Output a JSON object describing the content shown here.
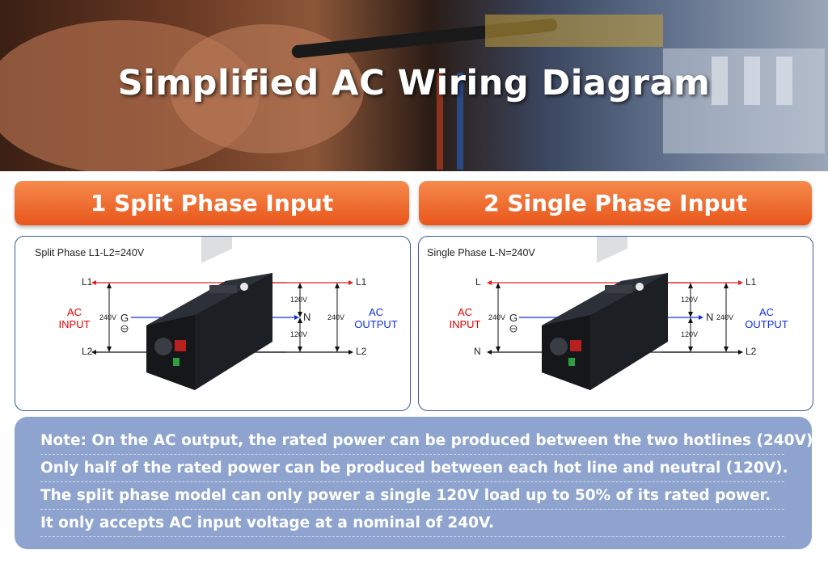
{
  "hero": {
    "title": "Simplified AC Wiring Diagram"
  },
  "sections": [
    {
      "header": "1 Split Phase Input",
      "caption": "Split Phase L1-L2=240V",
      "in_top": "L1",
      "in_mid": "G",
      "in_bottom": "L2",
      "in_voltage": "240V",
      "in_label_1": "AC",
      "in_label_2": "INPUT",
      "out_top": "L1",
      "out_mid": "N",
      "out_bottom": "L2",
      "out_v_upper": "120V",
      "out_v_lower": "120V",
      "out_v_total": "240V",
      "out_label_1": "AC",
      "out_label_2": "OUTPUT"
    },
    {
      "header": "2 Single Phase Input",
      "caption": "Single Phase L-N=240V",
      "in_top": "L",
      "in_mid": "G",
      "in_bottom": "N",
      "in_voltage": "240V",
      "in_label_1": "AC",
      "in_label_2": "INPUT",
      "out_top": "L1",
      "out_mid": "N",
      "out_bottom": "L2",
      "out_v_upper": "120V",
      "out_v_lower": "120V",
      "out_v_total": "240V",
      "out_label_1": "AC",
      "out_label_2": "OUTPUT"
    }
  ],
  "note": {
    "lines": [
      "Note: On the AC output, the rated power can be produced between the two hotlines (240V).",
      "Only half of the rated power can be produced between each hot line and neutral (120V).",
      "The split phase model can only power a single 120V load up to 50% of its rated power.",
      "It only accepts AC input voltage at a nominal of 240V."
    ]
  },
  "colors": {
    "accent": "#e8561c",
    "line_hot": "#e02020",
    "line_ground": "#1030e0",
    "panel_border": "#3a5a9a",
    "note_bg": "#8ea4cf"
  }
}
